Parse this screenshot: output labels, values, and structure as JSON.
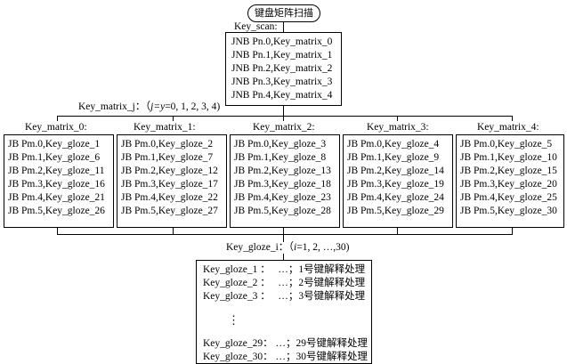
{
  "start_label": "键盘矩阵扫描",
  "scan": {
    "label": "Key_scan:",
    "lines": [
      "JNB Pn.0,Key_matrix_0",
      "JNB Pn.1,Key_matrix_1",
      "JNB Pn.2,Key_matrix_2",
      "JNB Pn.3,Key_matrix_3",
      "JNB Pn.4,Key_matrix_4"
    ]
  },
  "matrix_label": {
    "prefix": "Key_matrix_j：（",
    "var": "j=y",
    "suffix": "=0, 1, 2, 3, 4)"
  },
  "columns": [
    {
      "label": "Key_matrix_0:",
      "lines": [
        "JB Pm.0,Key_gloze_1",
        "JB Pm.1,Key_gloze_6",
        "JB Pm.2,Key_gloze_11",
        "JB Pm.3,Key_gloze_16",
        "JB Pm.4,Key_gloze_21",
        "JB Pm.5,Key_gloze_26"
      ]
    },
    {
      "label": "Key_matrix_1:",
      "lines": [
        "JB Pm.0,Key_gloze_2",
        "JB Pm.1,Key_gloze_7",
        "JB Pm.2,Key_gloze_12",
        "JB Pm.3,Key_gloze_17",
        "JB Pm.4,Key_gloze_22",
        "JB Pm.5,Key_gloze_27"
      ]
    },
    {
      "label": "Key_matrix_2:",
      "lines": [
        "JB Pm.0,Key_gloze_3",
        "JB Pm.1,Key_gloze_8",
        "JB Pm.2,Key_gloze_13",
        "JB Pm.3,Key_gloze_18",
        "JB Pm.4,Key_gloze_23",
        "JB Pm.5,Key_gloze_28"
      ]
    },
    {
      "label": "Key_matrix_3:",
      "lines": [
        "JB Pm.0,Key_gloze_4",
        "JB Pm.1,Key_gloze_9",
        "JB Pm.2,Key_gloze_14",
        "JB Pm.3,Key_gloze_19",
        "JB Pm.4,Key_gloze_24",
        "JB Pm.5,Key_gloze_29"
      ]
    },
    {
      "label": "Key_matrix_4:",
      "lines": [
        "JB Pm.0,Key_gloze_5",
        "JB Pm.1,Key_gloze_10",
        "JB Pm.2,Key_gloze_15",
        "JB Pm.3,Key_gloze_20",
        "JB Pm.4,Key_gloze_25",
        "JB Pm.5,Key_gloze_30"
      ]
    }
  ],
  "gloze_label": {
    "prefix": "Key_gloze_i：（",
    "var": "i",
    "suffix": "=1, 2, …,30)"
  },
  "gloze": {
    "rows": [
      {
        "name": "Key_gloze_1 ：",
        "action": "…；1号键解释处理"
      },
      {
        "name": "Key_gloze_2 ：",
        "action": "…；2号键解释处理"
      },
      {
        "name": "Key_gloze_3 ：",
        "action": "…；3号键解释处理"
      }
    ],
    "ellipsis": "⋮",
    "tail_rows": [
      {
        "name": "Key_gloze_29：",
        "action": "…；29号键解释处理"
      },
      {
        "name": "Key_gloze_30：",
        "action": "…；30号键解释处理"
      }
    ]
  }
}
